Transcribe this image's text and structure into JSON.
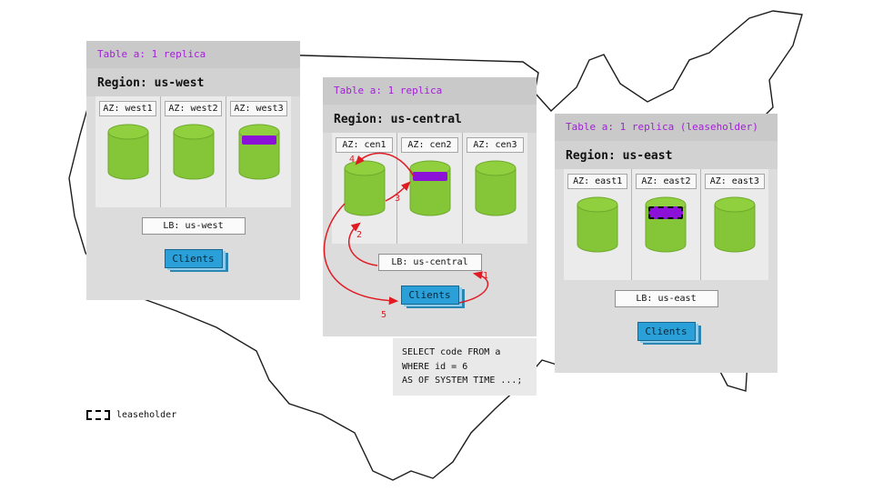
{
  "regions": {
    "west": {
      "table_label": "Table a: 1 replica",
      "region_label": "Region: us-west",
      "az1": "AZ: west1",
      "az2": "AZ: west2",
      "az3": "AZ: west3",
      "lb": "LB: us-west",
      "clients": "Clients"
    },
    "central": {
      "table_label": "Table a: 1 replica",
      "region_label": "Region: us-central",
      "az1": "AZ: cen1",
      "az2": "AZ: cen2",
      "az3": "AZ: cen3",
      "lb": "LB: us-central",
      "clients": "Clients"
    },
    "east": {
      "table_label": "Table a: 1 replica (leaseholder)",
      "region_label": "Region: us-east",
      "az1": "AZ: east1",
      "az2": "AZ: east2",
      "az3": "AZ: east3",
      "lb": "LB: us-east",
      "clients": "Clients"
    }
  },
  "sql": {
    "line1": "SELECT code FROM a",
    "line2": "WHERE id = 6",
    "line3": "AS OF SYSTEM TIME ...;"
  },
  "flow": {
    "s1": "1",
    "s2": "2",
    "s3": "3",
    "s4": "4",
    "s5": "5"
  },
  "legend": {
    "label": "leaseholder"
  },
  "colors": {
    "accent_purple": "#a21fd6",
    "replica_green": "#84c637",
    "leaseholder_purple": "#8b10d8",
    "client_blue": "#2b9fd8",
    "arrow_red": "#e01b24"
  }
}
